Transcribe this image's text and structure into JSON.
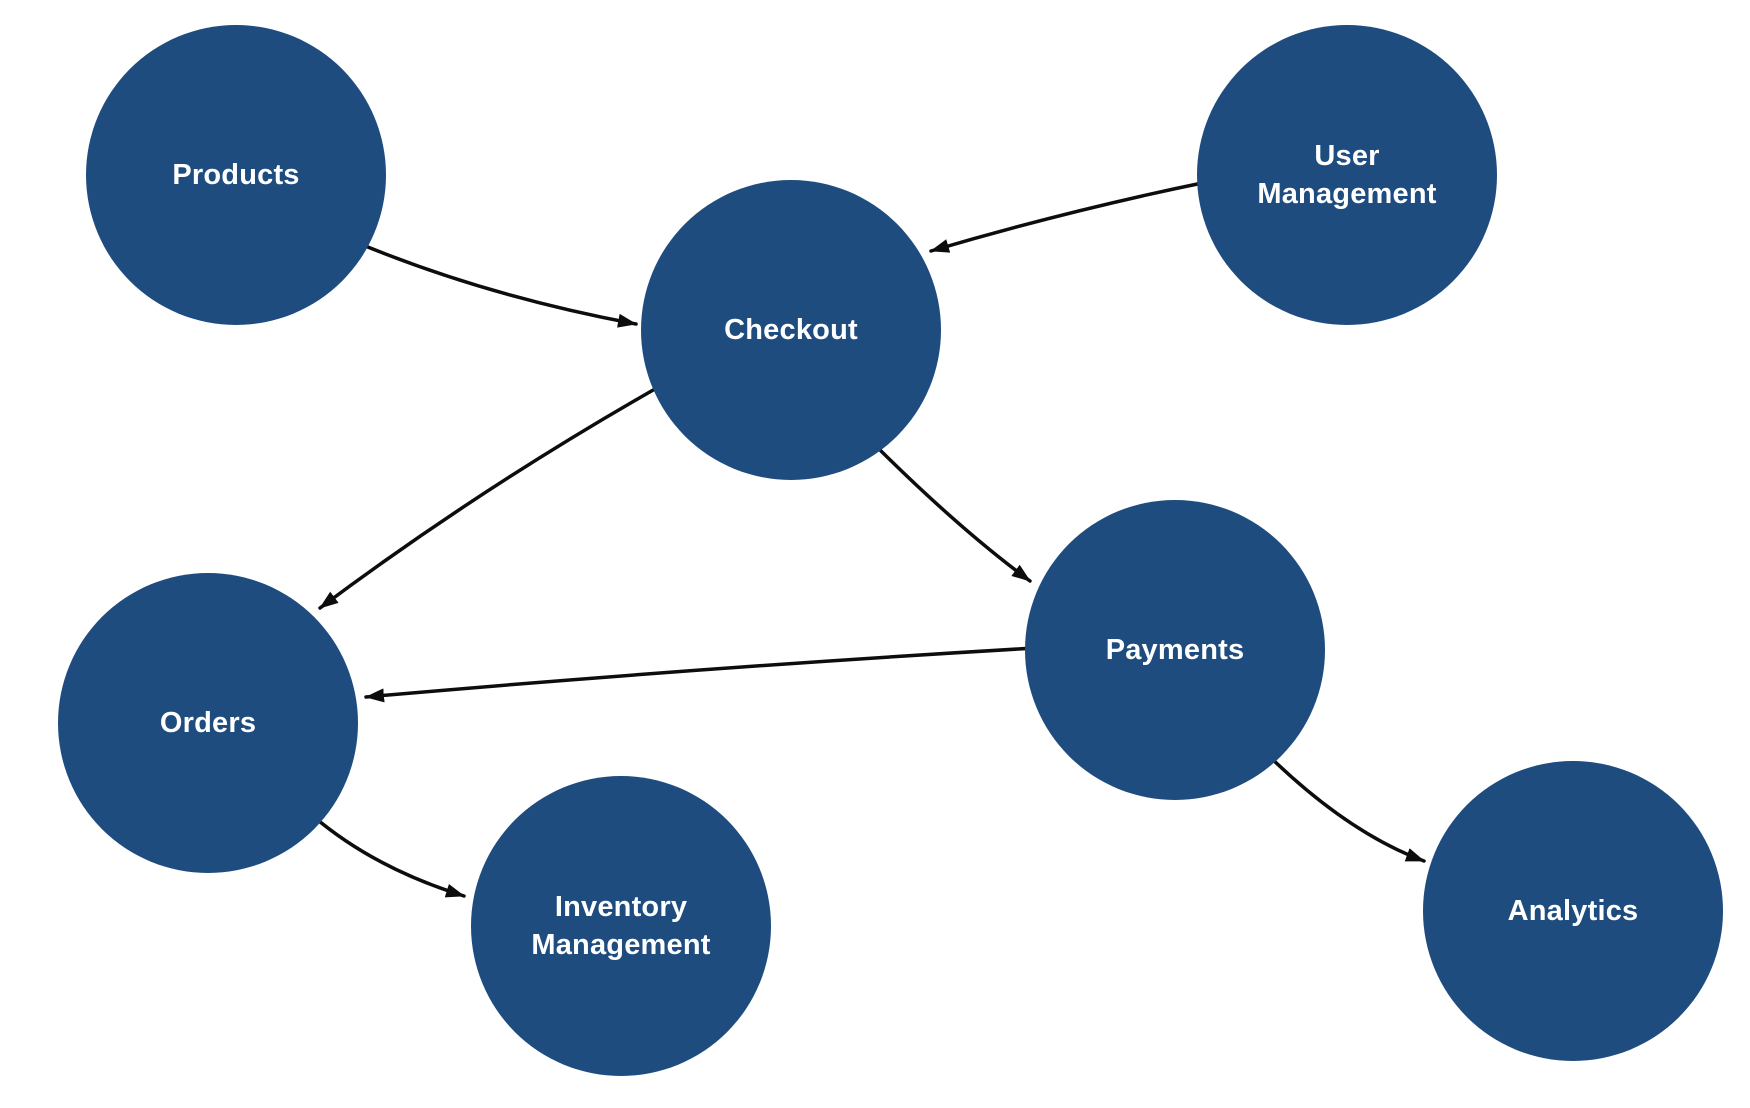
{
  "diagram": {
    "background_color": "#ffffff",
    "node_fill_color": "#1e4c7f",
    "node_text_color": "#ffffff",
    "edge_color": "#0d0d0d",
    "nodes": [
      {
        "id": "products",
        "label": "Products"
      },
      {
        "id": "user-management",
        "label": "User Management"
      },
      {
        "id": "checkout",
        "label": "Checkout"
      },
      {
        "id": "payments",
        "label": "Payments"
      },
      {
        "id": "orders",
        "label": "Orders"
      },
      {
        "id": "inventory-management",
        "label": "Inventory Management"
      },
      {
        "id": "analytics",
        "label": "Analytics"
      }
    ],
    "edges": [
      {
        "from": "Products",
        "to": "Checkout"
      },
      {
        "from": "User Management",
        "to": "Checkout"
      },
      {
        "from": "Checkout",
        "to": "Orders"
      },
      {
        "from": "Checkout",
        "to": "Payments"
      },
      {
        "from": "Payments",
        "to": "Orders"
      },
      {
        "from": "Orders",
        "to": "Inventory Management"
      },
      {
        "from": "Payments",
        "to": "Analytics"
      }
    ]
  }
}
